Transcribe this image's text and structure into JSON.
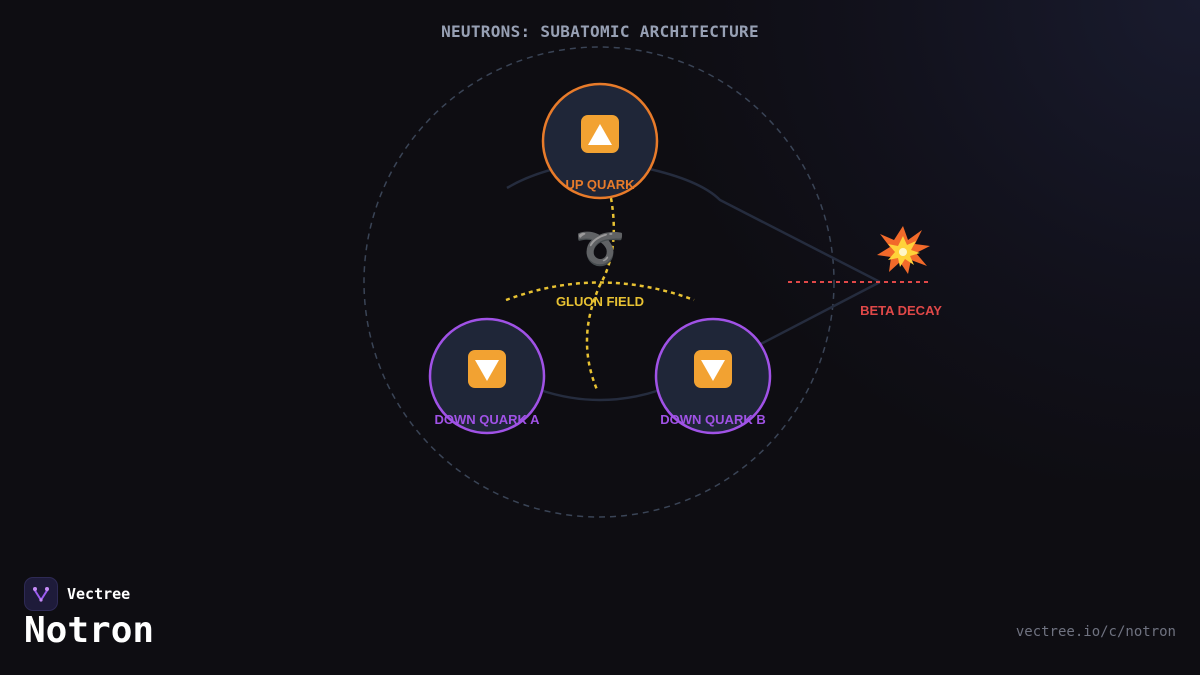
{
  "title": "NEUTRONS: SUBATOMIC ARCHITECTURE",
  "nodes": {
    "up_quark": {
      "label": "UP QUARK",
      "icon": "up-arrow-emoji",
      "color": "#e87b2a"
    },
    "down_quark_a": {
      "label": "DOWN QUARK A",
      "icon": "down-arrow-emoji",
      "color": "#a052e6"
    },
    "down_quark_b": {
      "label": "DOWN QUARK B",
      "icon": "down-arrow-emoji",
      "color": "#a052e6"
    }
  },
  "gluon_field": {
    "label": "GLUON FIELD",
    "icon": "curly-loop-emoji",
    "color": "#e8c233"
  },
  "beta_decay": {
    "label": "BETA DECAY",
    "icon": "collision-emoji",
    "color": "#e04848"
  },
  "brand": {
    "name": "Vectree",
    "product": "Notron",
    "url": "vectree.io/c/notron"
  }
}
